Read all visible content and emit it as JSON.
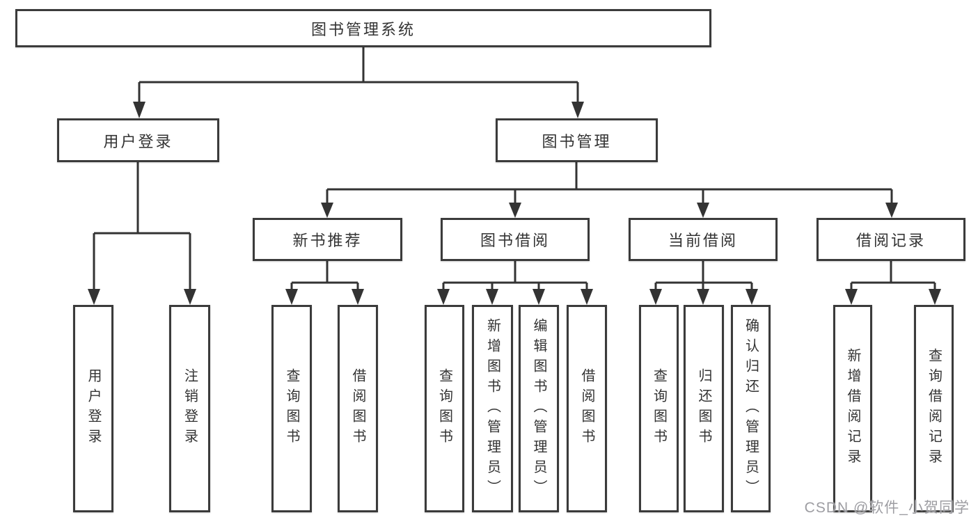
{
  "diagram": {
    "root": "图书管理系统",
    "level2": [
      "用户登录",
      "图书管理"
    ],
    "level3": [
      "新书推荐",
      "图书借阅",
      "当前借阅",
      "借阅记录"
    ],
    "leaves": [
      "用户登录",
      "注销登录",
      "查询图书",
      "借阅图书",
      "查询图书",
      "新增图书（管理员）",
      "编辑图书（管理员）",
      "借阅图书",
      "查询图书",
      "归还图书",
      "确认归还（管理员）",
      "新增借阅记录",
      "查询借阅记录"
    ]
  },
  "watermark": "CSDN @软件_小贺同学",
  "colors": {
    "line": "#333333",
    "box_border": "#3b3b3b",
    "text": "#333333",
    "watermark": "#9d9da2",
    "background": "#ffffff"
  }
}
